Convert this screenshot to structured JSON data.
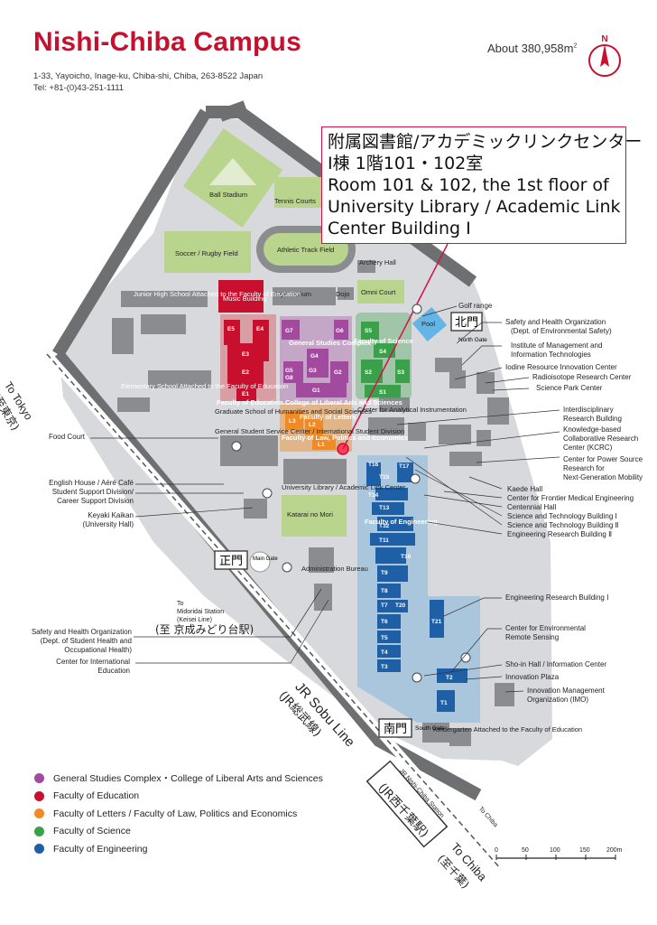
{
  "header": {
    "title": "Nishi-Chiba Campus",
    "address": "1-33, Yayoicho, Inage-ku, Chiba-shi, Chiba, 263-8522 Japan",
    "tel": "Tel: +81-(0)43-251-1111",
    "area": "About 380,958m",
    "area_sup": "2",
    "compass_letter": "N"
  },
  "callout": {
    "line1": "附属図書館/アカデミックリンクセンター",
    "line2": "Ⅰ棟 1階101・102室",
    "line3": "Room 101 & 102, the 1st floor of",
    "line4": "University Library / Academic Link",
    "line5": "Center Building Ⅰ"
  },
  "gates": {
    "north": "北門",
    "north_en": "North Gate",
    "main": "正門",
    "main_en": "Main Gate",
    "south": "南門",
    "south_en": "South Gate"
  },
  "facilities": {
    "ball_stadium": "Ball Stadium",
    "tennis": "Tennis Courts",
    "soccer": "Soccer / Rugby Field",
    "track": "Athletic Track Field",
    "archery": "Archery Hall",
    "gym": "Gymnasium",
    "dojo": "Dojo",
    "omni": "Omni Court",
    "pool": "Pool",
    "music": "Music Building",
    "jhs": "Junior High School Attached to the Faculty of Education",
    "elem": "Elementary School Attached to the Faculty of Education",
    "grad_school": "Graduate School of Humanities and Social Sciences",
    "student_center": "General Student Service Center / International Student Division",
    "library": "University Library / Academic Link Center",
    "katarai": "Katarai no Mori",
    "admin": "Administration Bureau",
    "kinder": "Kindergarten Attached to the Faculty of Education",
    "analysis": "Center for Analytical Instrumentation",
    "fac_edu": "Faculty of Education",
    "fac_sci": "Faculty of Science",
    "fac_eng": "Faculty of Engineering",
    "fac_law": "Faculty of Law, Politics and Economics",
    "fac_letters": "Faculty of Letters",
    "gen_studies": "General Studies Complex",
    "lib_arts": "College of Liberal Arts and Sciences"
  },
  "left_labels": {
    "food_court": "Food Court",
    "english_house": "English House / Aéré Café",
    "student_support": "Student Support Division/",
    "career": "Career Support Division",
    "keyaki": "Keyaki Kaikan",
    "univ_hall": "(University Hall)",
    "safety1": "Safety and Health Organization",
    "safety2": "(Dept. of Student Health and",
    "safety3": "Occupational Health)",
    "intl1": "Center for International",
    "intl2": "Education",
    "midoridai1": "To",
    "midoridai2": "Midoridai Station",
    "midoridai3": "(Keisei Line)",
    "midoridai_jp": "(至 京成みどり台駅)"
  },
  "right_labels": [
    "Golf range",
    "Safety and Health Organization",
    "(Dept. of Environmental Safety)",
    "Institute of Management and",
    "Information Technologies",
    "Iodine Resource Innovation Center",
    "Radioisotope Research Center",
    "Science Park Center",
    "Interdisciplinary",
    "Research Building",
    "Knowledge-based",
    "Collaborative Research",
    "Center (KCRC)",
    "Center for Power Source",
    "Research for",
    "Next-Generation Mobility",
    "Kaede Hall",
    "Center for Frontier Medical Engineering",
    "Centennial Hall",
    "Science and Technology Building Ⅰ",
    "Science and Technology Building Ⅱ",
    "Engineering Research Building Ⅱ",
    "Engineering Research Building Ⅰ",
    "Center for Environmental",
    "Remote Sensing",
    "Sho-in Hall / Information Center",
    "Innovation Plaza",
    "Innovation Management",
    "Organization (IMO)"
  ],
  "rail": {
    "to_tokyo": "To Tokyo",
    "to_tokyo_jp": "(至東京)",
    "sobu": "JR Sobu Line",
    "sobu_jp": "(JR総武線)",
    "station": "JR Nishi-Chiba Station",
    "station_jp": "(JR西千葉駅)",
    "to_chiba": "To Chiba",
    "to_chiba_jp": "(至千葉)",
    "to_chiba_small": "To Chiba"
  },
  "buildings": {
    "edu": [
      "E5",
      "E4",
      "E3",
      "E2",
      "E1"
    ],
    "gen": [
      "G7",
      "G6",
      "G5",
      "G8",
      "G3",
      "G4",
      "G2",
      "G1"
    ],
    "let": [
      "L3",
      "L2",
      "L1"
    ],
    "sci": [
      "S5",
      "S4",
      "S2",
      "S3",
      "S1"
    ],
    "eng": [
      "T16",
      "T17",
      "T15",
      "T14",
      "T13",
      "T12",
      "T11",
      "T10",
      "T9",
      "T8",
      "T7",
      "T20",
      "T6",
      "T5",
      "T4",
      "T3",
      "T21",
      "T2",
      "T1"
    ]
  },
  "legend": [
    {
      "label": "General Studies Complex・College of Liberal Arts and Sciences",
      "color": "#a14a9e"
    },
    {
      "label": "Faculty of Education",
      "color": "#c8102e"
    },
    {
      "label": "Faculty of Letters / Faculty of Law, Politics and Economics",
      "color": "#f08a24"
    },
    {
      "label": "Faculty of Science",
      "color": "#3aa14a"
    },
    {
      "label": "Faculty of Engineering",
      "color": "#1f5fa6"
    }
  ],
  "scale": {
    "ticks": [
      "0",
      "50",
      "100",
      "150",
      "200m"
    ]
  },
  "colors": {
    "brand_red": "#c8102e",
    "campus_gray": "#d7d9dc",
    "road_gray": "#6e6f71",
    "building_gray": "#8a8c8f",
    "green_field": "#b9d48c",
    "engineering_bg": "#a9c6dc"
  }
}
